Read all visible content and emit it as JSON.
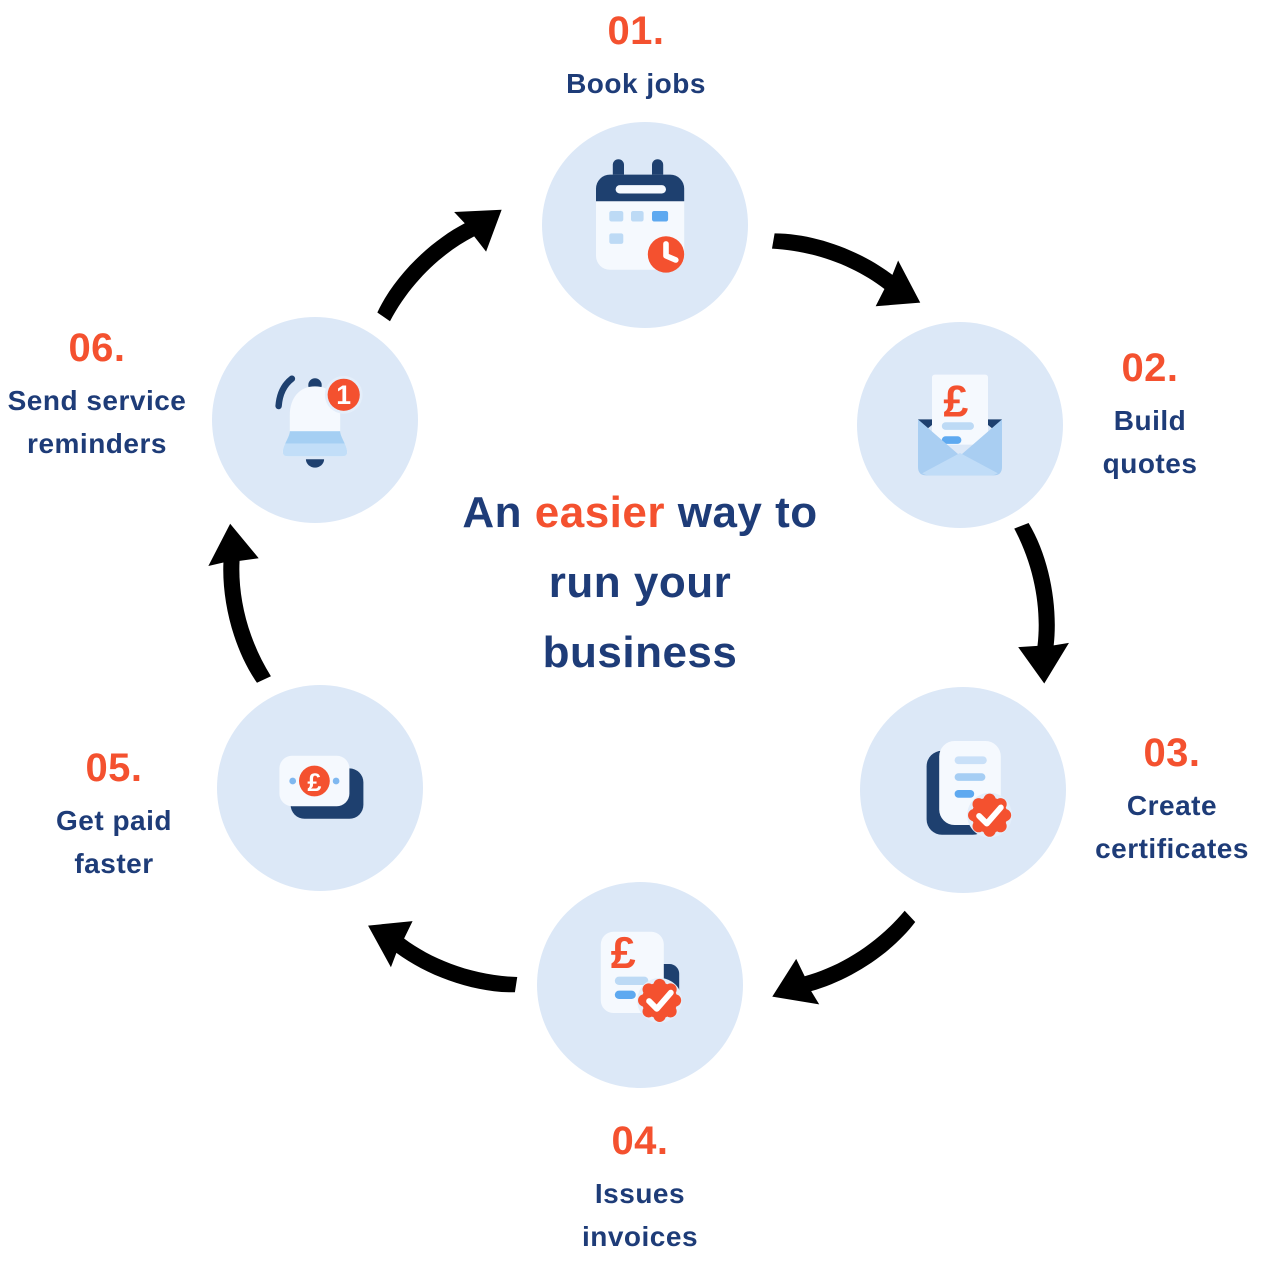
{
  "heading": {
    "part1": "An",
    "part2": "easier",
    "part3": "way to run your business"
  },
  "steps": [
    {
      "number": "01.",
      "label": "Book jobs",
      "icon": "calendar-clock-icon"
    },
    {
      "number": "02.",
      "label": "Build quotes",
      "icon": "quote-envelope-icon"
    },
    {
      "number": "03.",
      "label": "Create certificates",
      "icon": "certificate-check-icon"
    },
    {
      "number": "04.",
      "label": "Issues invoices",
      "icon": "invoice-check-icon"
    },
    {
      "number": "05.",
      "label": "Get paid faster",
      "icon": "banknote-icon"
    },
    {
      "number": "06.",
      "label": "Send service reminders",
      "icon": "bell-notification-icon"
    }
  ],
  "badge_count": "1",
  "currency_symbol": "£",
  "colors": {
    "orange": "#F4512F",
    "arrow-orange": "#F6593C",
    "navy-text": "#1E3C78",
    "icon-navy": "#1E406F",
    "circle-bg": "#DCE8F7",
    "blue-bright": "#5EA9F0",
    "blue-light": "#BDDAF5"
  }
}
